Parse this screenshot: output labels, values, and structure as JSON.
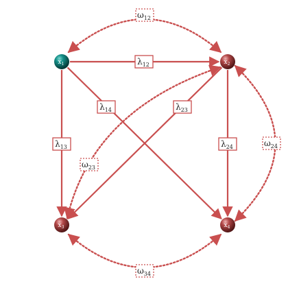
{
  "colors": {
    "edge": "#c94f4f",
    "node_primary": "#0d6f6c",
    "node_secondary": "#9c3a3a"
  },
  "nodes": [
    {
      "id": "x1",
      "base": "x",
      "sub": "1",
      "kind": "primary"
    },
    {
      "id": "x2",
      "base": "x",
      "sub": "2",
      "kind": "secondary"
    },
    {
      "id": "x3",
      "base": "x",
      "sub": "3",
      "kind": "secondary"
    },
    {
      "id": "x4",
      "base": "x",
      "sub": "4",
      "kind": "secondary"
    }
  ],
  "solid_edges": [
    {
      "id": "l12",
      "from": "x1",
      "to": "x2",
      "base": "λ",
      "sub": "12"
    },
    {
      "id": "l14",
      "from": "x1",
      "to": "x4",
      "base": "λ",
      "sub": "14"
    },
    {
      "id": "l13",
      "from": "x1",
      "to": "x3",
      "base": "λ",
      "sub": "13"
    },
    {
      "id": "l23",
      "from": "x2",
      "to": "x3",
      "base": "λ",
      "sub": "23"
    },
    {
      "id": "l24",
      "from": "x2",
      "to": "x4",
      "base": "λ",
      "sub": "24"
    }
  ],
  "dotted_edges": [
    {
      "id": "w12",
      "from": "x1",
      "to": "x2",
      "base": "ω",
      "sub": "12"
    },
    {
      "id": "w23",
      "from": "x2",
      "to": "x3",
      "base": "ω",
      "sub": "23"
    },
    {
      "id": "w24",
      "from": "x2",
      "to": "x4",
      "base": "ω",
      "sub": "24"
    },
    {
      "id": "w34",
      "from": "x3",
      "to": "x4",
      "base": "ω",
      "sub": "34"
    }
  ]
}
